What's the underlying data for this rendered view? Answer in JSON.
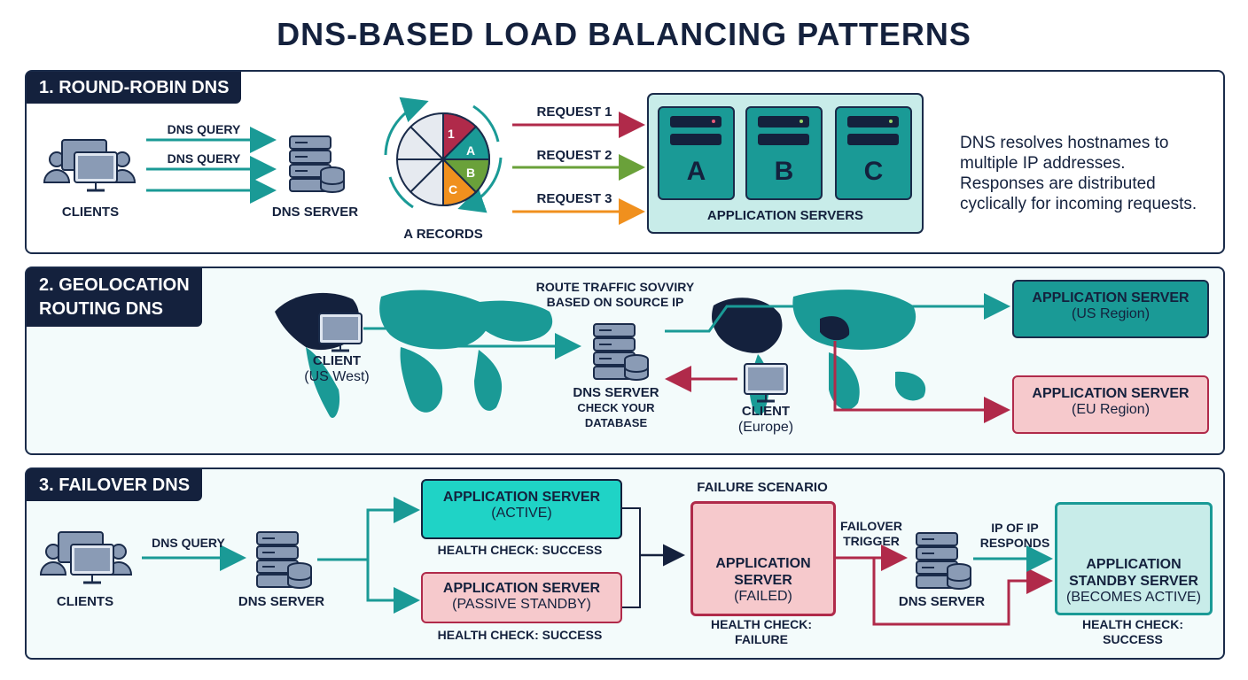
{
  "title": "DNS-BASED LOAD BALANCING PATTERNS",
  "colors": {
    "navy": "#14213d",
    "teal": "#1a9a96",
    "red": "#b02a4a",
    "green": "#6aa13a",
    "orange": "#f0901e",
    "pink": "#f6c9cc",
    "light_teal": "#c8ece9",
    "bright_teal": "#1fd3c6"
  },
  "section1": {
    "heading": "1. ROUND-ROBIN DNS",
    "clients_label": "CLIENTS",
    "query1": "DNS QUERY",
    "query2": "DNS QUERY",
    "dns_server_label": "DNS SERVER",
    "a_records_label": "A RECORDS",
    "wheel_labels": [
      "1",
      "A",
      "B",
      "C"
    ],
    "request1": "REQUEST 1",
    "request2": "REQUEST 2",
    "request3": "REQUEST 3",
    "servers": [
      "A",
      "B",
      "C"
    ],
    "app_servers_label": "APPLICATION SERVERS",
    "description": [
      "DNS resolves hostnames to",
      "multiple IP addresses.",
      "Responses are distributed",
      "cyclically for incoming requests."
    ]
  },
  "section2": {
    "heading_line1": "2. GEOLOCATION",
    "heading_line2": "ROUTING DNS",
    "route_line1": "ROUTE TRAFFIC SOVVIRY",
    "route_line2": "BASED ON SOURCE IP",
    "client_us_label": "CLIENT",
    "client_us_sub": "(US West)",
    "dns_label": "DNS SERVER",
    "dns_sub1": "CHECK YOUR",
    "dns_sub2": "DATABASE",
    "client_eu_label": "CLIENT",
    "client_eu_sub": "(Europe)",
    "us_server_title": "APPLICATION SERVER",
    "us_server_sub": "(US Region)",
    "eu_server_title": "APPLICATION SERVER",
    "eu_server_sub": "(EU Region)"
  },
  "section3": {
    "heading": "3. FAILOVER DNS",
    "clients_label": "CLIENTS",
    "query_label": "DNS QUERY",
    "dns_label": "DNS SERVER",
    "active_title": "APPLICATION SERVER",
    "active_sub": "(ACTIVE)",
    "active_health": "HEALTH CHECK: SUCCESS",
    "passive_title": "APPLICATION SERVER",
    "passive_sub": "(PASSIVE STANDBY)",
    "passive_health": "HEALTH CHECK: SUCCESS",
    "failure_scenario": "FAILURE SCENARIO",
    "failed_line1": "APPLICATION",
    "failed_line2": "SERVER",
    "failed_sub": "(FAILED)",
    "failed_health1": "HEALTH CHECK:",
    "failed_health2": "FAILURE",
    "failover_line1": "FAILOVER",
    "failover_line2": "TRIGGER",
    "dns2_label": "DNS SERVER",
    "ip_line1": "IP OF IP",
    "ip_line2": "RESPONDS",
    "standby_line1": "APPLICATION",
    "standby_line2": "STANDBY SERVER",
    "standby_sub": "(BECOMES ACTIVE)",
    "standby_health1": "HEALTH CHECK:",
    "standby_health2": "SUCCESS"
  }
}
